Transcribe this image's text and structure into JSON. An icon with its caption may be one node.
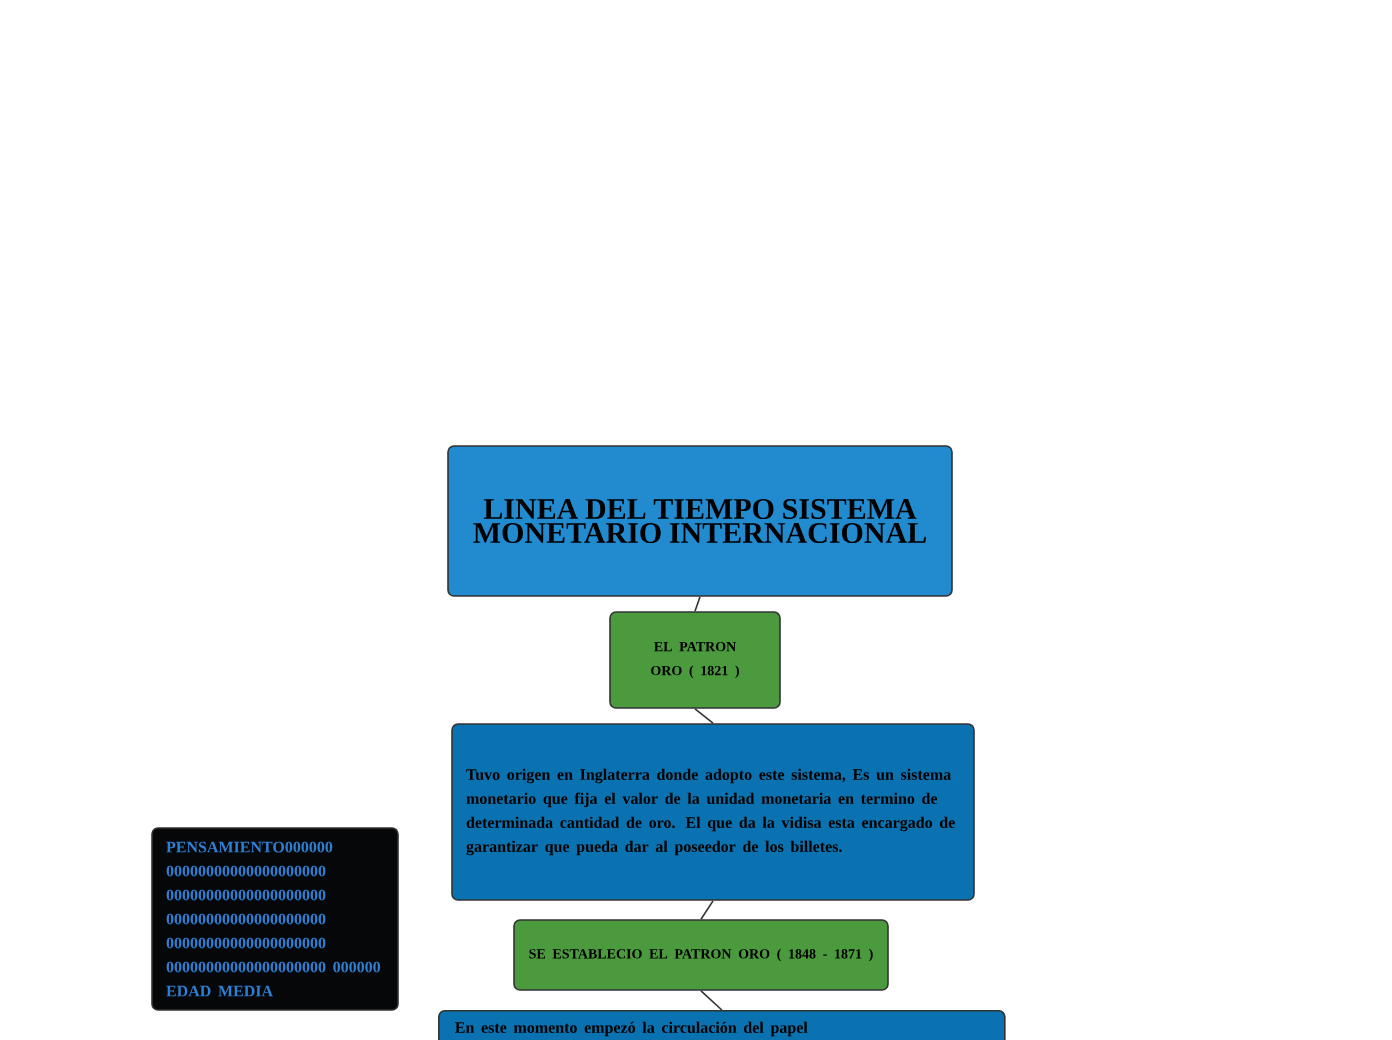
{
  "diagram": {
    "nodes": [
      {
        "text": [
          "LINEA DEL TIEMPO SISTEMA MONETARIO INTERNACIONAL"
        ]
      },
      {
        "text": [
          "EL PATRON ORO ( 1821 )"
        ]
      },
      {
        "text": [
          "Tuvo origen en Inglaterra donde adopto este sistema, Es un sistema monetario que fija el valor de la unidad monetaria en termino de determinada cantidad de oro. El que da la vidisa esta encargado de garantizar que pueda dar al poseedor de los billetes."
        ]
      },
      {
        "text": [
          "SE ESTABLECIO EL PATRON ORO ( 1848 - 1871 )"
        ]
      },
      {
        "text": [
          "En este momento empezó la circulación del papel"
        ]
      },
      {
        "text": [
          "PENSAMIENTO000000 00000000000000000000 00000000000000000000 00000000000000000000 00000000000000000000 00000000000000000000 000000 EDAD MEDIA"
        ]
      }
    ],
    "edges": [
      {
        "from": 0,
        "to": 1,
        "arrow": "none"
      },
      {
        "from": 1,
        "to": 2,
        "arrow": "none"
      },
      {
        "from": 2,
        "to": 3,
        "arrow": "none"
      },
      {
        "from": 3,
        "to": 4,
        "arrow": "none"
      }
    ]
  }
}
